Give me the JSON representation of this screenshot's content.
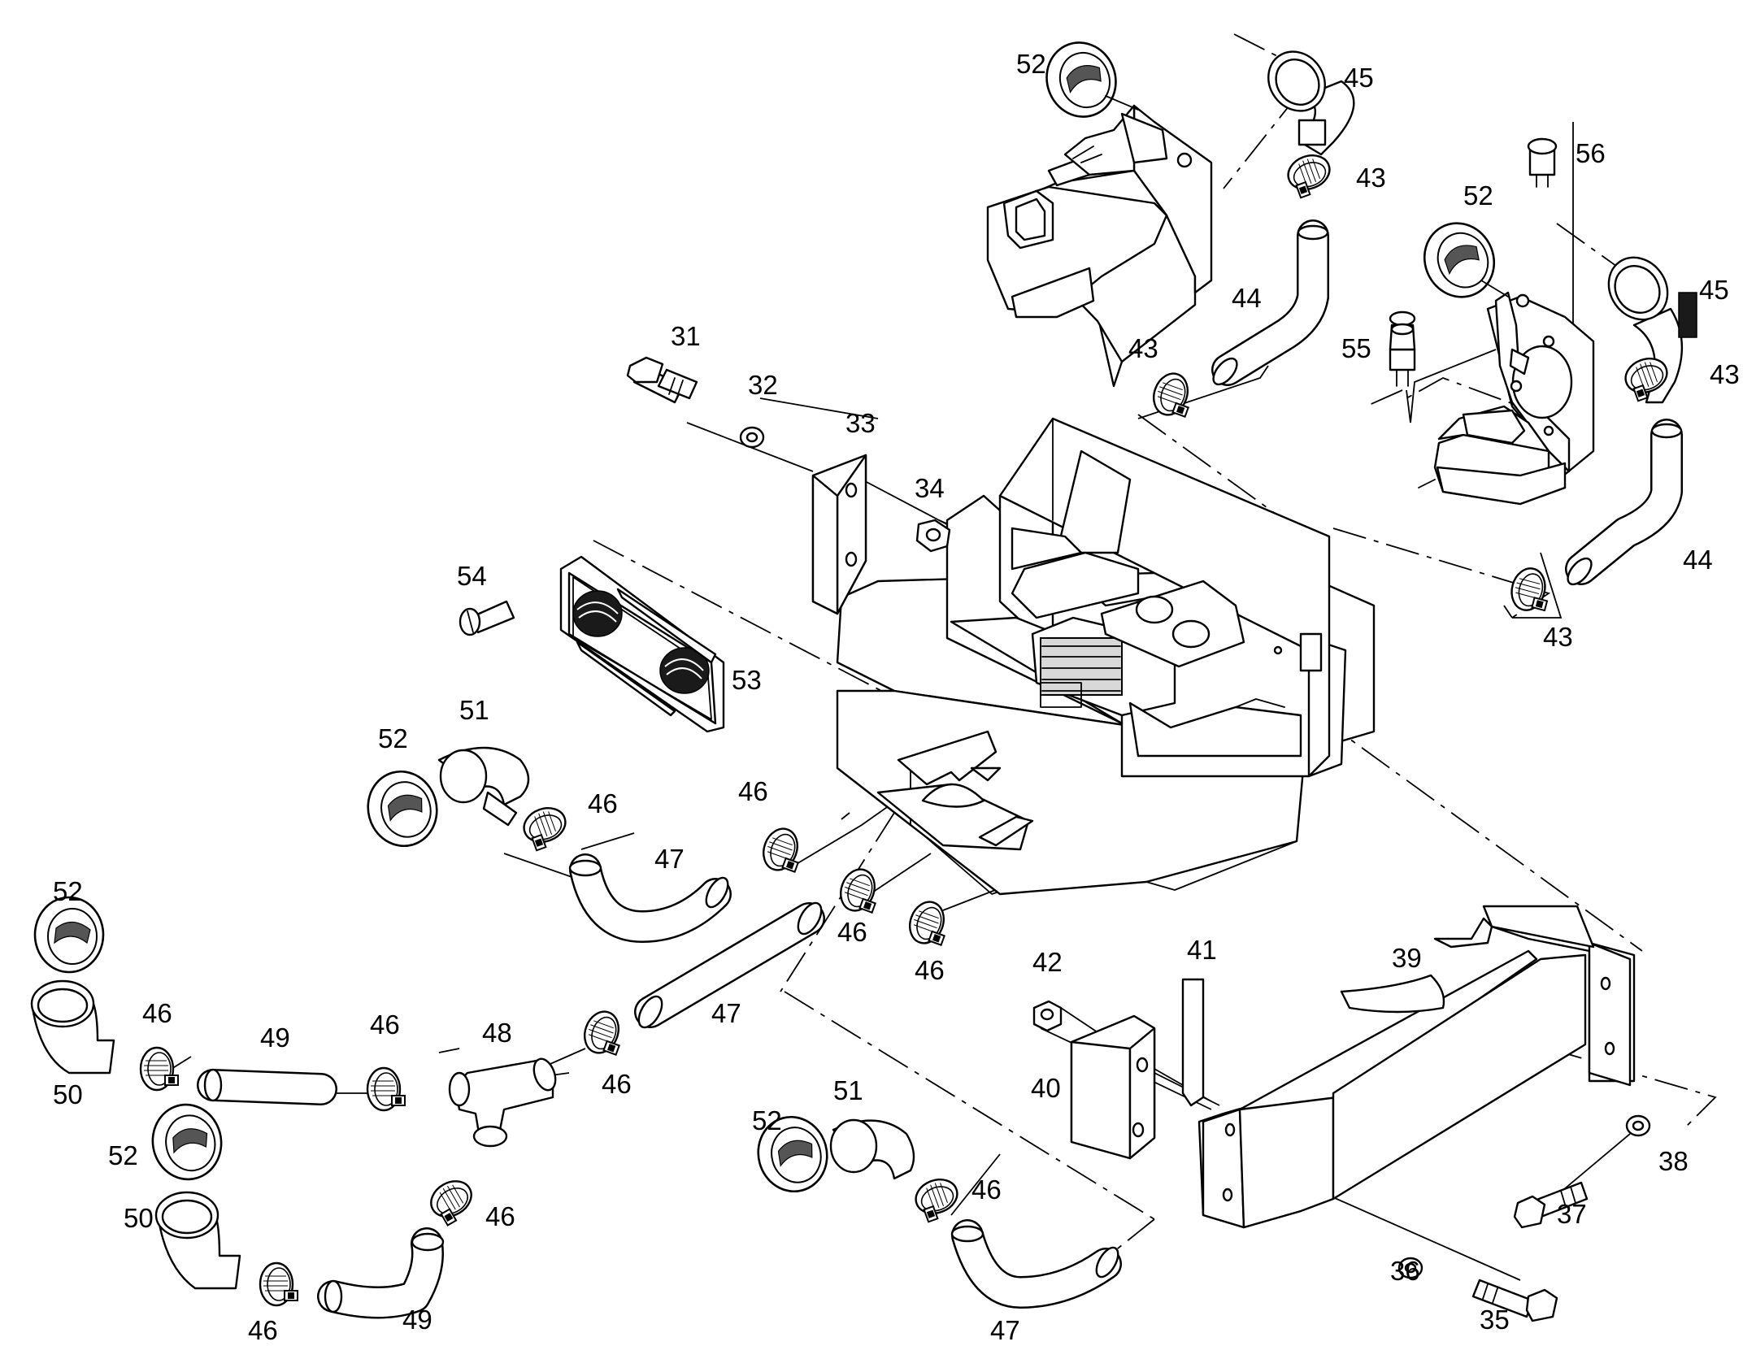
{
  "callouts": [
    {
      "id": "c31",
      "text": "31"
    },
    {
      "id": "c32",
      "text": "32"
    },
    {
      "id": "c33",
      "text": "33"
    },
    {
      "id": "c34",
      "text": "34"
    },
    {
      "id": "c35",
      "text": "35"
    },
    {
      "id": "c36",
      "text": "36"
    },
    {
      "id": "c37",
      "text": "37"
    },
    {
      "id": "c38",
      "text": "38"
    },
    {
      "id": "c39",
      "text": "39"
    },
    {
      "id": "c40",
      "text": "40"
    },
    {
      "id": "c41",
      "text": "41"
    },
    {
      "id": "c42",
      "text": "42"
    },
    {
      "id": "c43a",
      "text": "43"
    },
    {
      "id": "c43b",
      "text": "43"
    },
    {
      "id": "c43c",
      "text": "43"
    },
    {
      "id": "c43d",
      "text": "43"
    },
    {
      "id": "c44a",
      "text": "44"
    },
    {
      "id": "c44b",
      "text": "44"
    },
    {
      "id": "c45a",
      "text": "45"
    },
    {
      "id": "c45b",
      "text": "45"
    },
    {
      "id": "c46a",
      "text": "46"
    },
    {
      "id": "c46b",
      "text": "46"
    },
    {
      "id": "c46c",
      "text": "46"
    },
    {
      "id": "c46d",
      "text": "46"
    },
    {
      "id": "c46e",
      "text": "46"
    },
    {
      "id": "c46f",
      "text": "46"
    },
    {
      "id": "c46g",
      "text": "46"
    },
    {
      "id": "c46h",
      "text": "46"
    },
    {
      "id": "c46i",
      "text": "46"
    },
    {
      "id": "c46j",
      "text": "46"
    },
    {
      "id": "c47a",
      "text": "47"
    },
    {
      "id": "c47b",
      "text": "47"
    },
    {
      "id": "c47c",
      "text": "47"
    },
    {
      "id": "c48",
      "text": "48"
    },
    {
      "id": "c49a",
      "text": "49"
    },
    {
      "id": "c49b",
      "text": "49"
    },
    {
      "id": "c50a",
      "text": "50"
    },
    {
      "id": "c50b",
      "text": "50"
    },
    {
      "id": "c51a",
      "text": "51"
    },
    {
      "id": "c51b",
      "text": "51"
    },
    {
      "id": "c52a",
      "text": "52"
    },
    {
      "id": "c52b",
      "text": "52"
    },
    {
      "id": "c52c",
      "text": "52"
    },
    {
      "id": "c52d",
      "text": "52"
    },
    {
      "id": "c52e",
      "text": "52"
    },
    {
      "id": "c52f",
      "text": "52"
    },
    {
      "id": "c53",
      "text": "53"
    },
    {
      "id": "c54",
      "text": "54"
    },
    {
      "id": "c55",
      "text": "55"
    },
    {
      "id": "c56",
      "text": "56"
    }
  ]
}
